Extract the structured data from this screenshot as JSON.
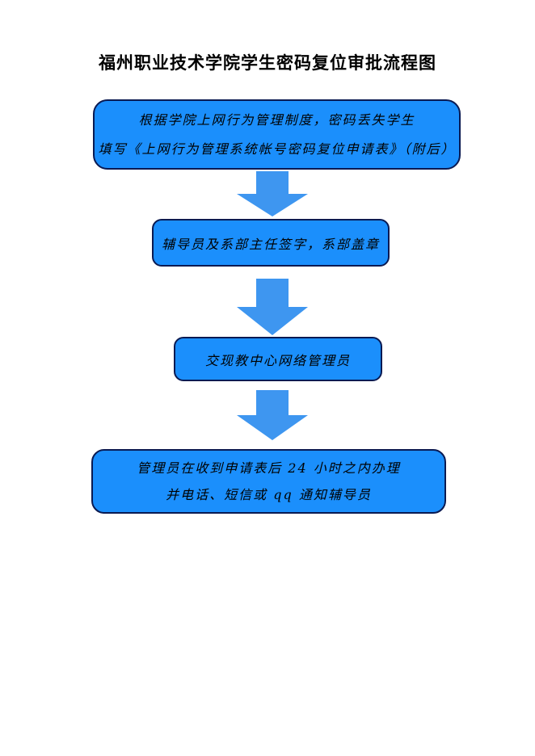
{
  "title": "福州职业技术学院学生密码复位审批流程图",
  "flowchart": {
    "steps": [
      {
        "lines": [
          "根据学院上网行为管理制度，密码丢失学生",
          "填写《上网行为管理系统帐号密码复位申请表》（附后）"
        ]
      },
      {
        "lines": [
          "辅导员及系部主任签字，系部盖章"
        ]
      },
      {
        "lines": [
          "交现教中心网络管理员"
        ]
      },
      {
        "lines": [
          "管理员在收到申请表后 24 小时之内办理",
          "并电话、短信或 qq 通知辅导员"
        ]
      }
    ],
    "connectors": [
      {
        "icon": "down-arrow-icon"
      },
      {
        "icon": "down-arrow-icon"
      },
      {
        "icon": "down-arrow-icon"
      }
    ],
    "colors": {
      "box_fill": "#1b8ffc",
      "box_border": "#0a1a52",
      "arrow_fill": "#3e96f0",
      "text": "#000000",
      "page_background": "#ffffff"
    }
  }
}
